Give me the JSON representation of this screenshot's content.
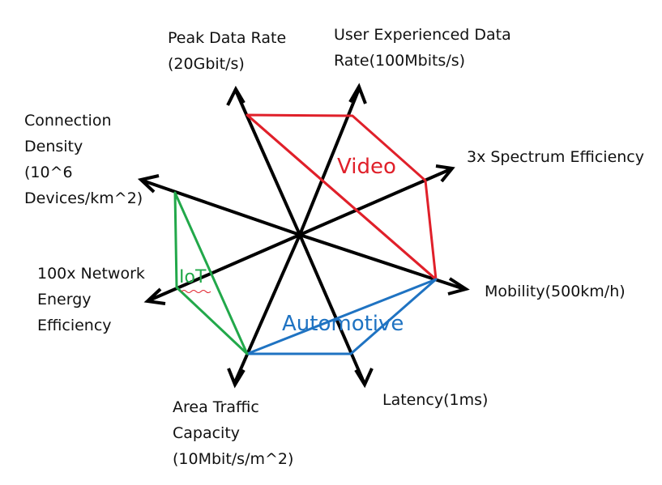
{
  "axes": {
    "peak_data_rate": [
      "Peak Data Rate",
      "(20Gbit/s)"
    ],
    "user_experienced_data_rate": [
      "User Experienced Data",
      "Rate(100Mbits/s)"
    ],
    "spectrum_efficiency": [
      "3x Spectrum Efficiency"
    ],
    "mobility": [
      "Mobility(500km/h)"
    ],
    "latency": [
      "Latency(1ms)"
    ],
    "area_traffic_capacity": [
      "Area Traffic",
      "Capacity",
      "(10Mbit/s/m^2)"
    ],
    "network_energy_efficiency": [
      "100x Network",
      "Energy",
      "Efficiency"
    ],
    "connection_density": [
      "Connection",
      "Density",
      "(10^6",
      "Devices/km^2)"
    ]
  },
  "regions": {
    "video": {
      "label": "Video",
      "color": "#e0202a"
    },
    "automotive": {
      "label": "Automotive",
      "color": "#1f73c2"
    },
    "iot": {
      "label": "IoT",
      "color": "#22a84a"
    }
  }
}
